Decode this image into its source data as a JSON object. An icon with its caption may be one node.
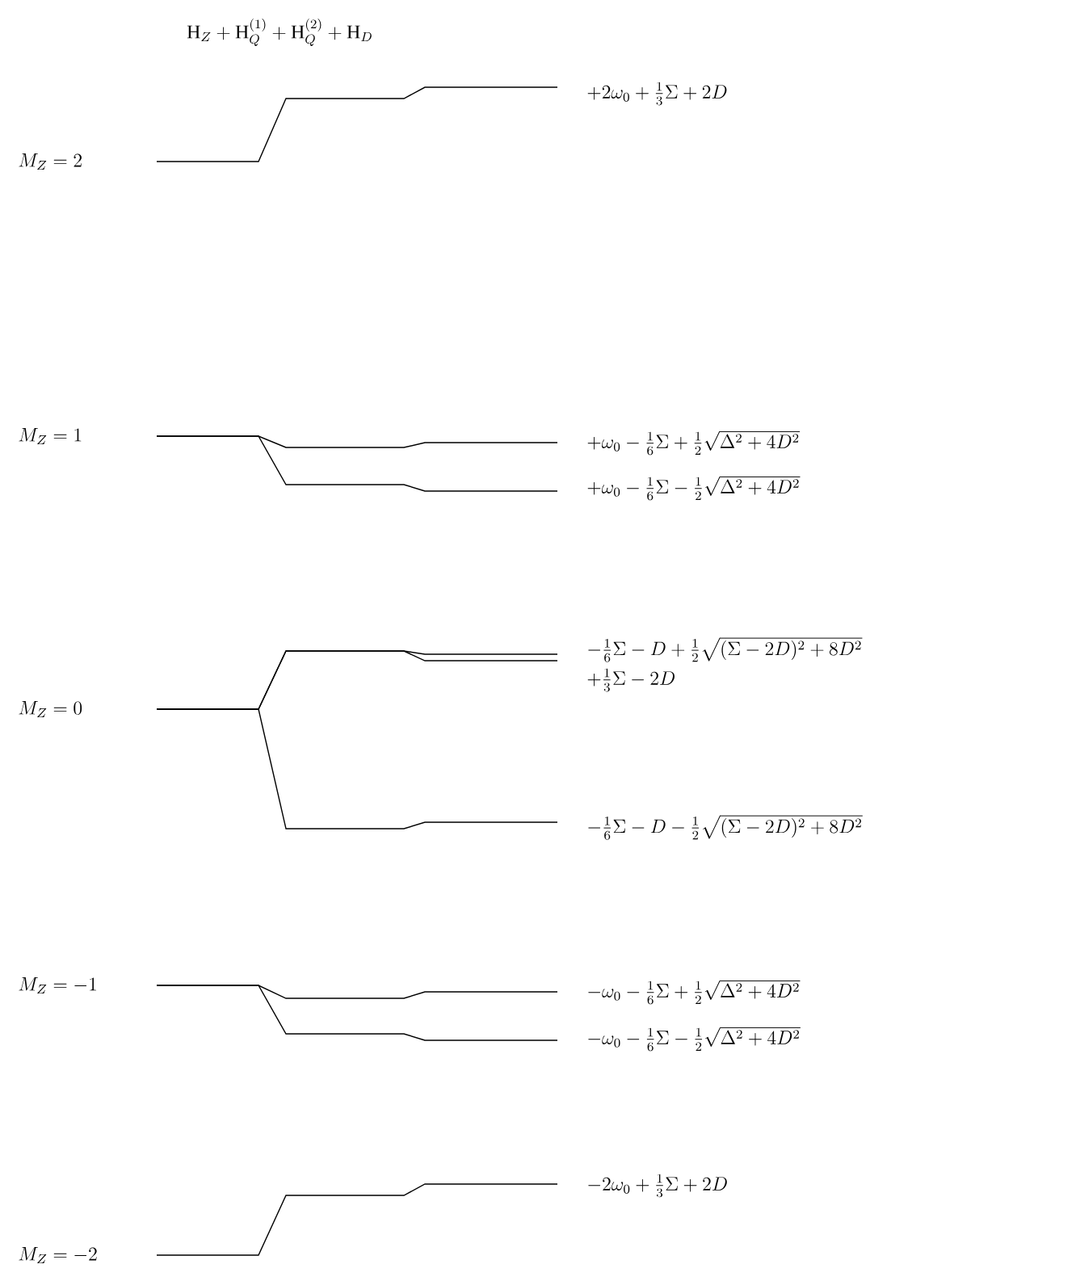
{
  "diagram": {
    "title": "\\mathrm{H}_Z+\\mathrm{H}_Q^{(1)}+\\mathrm{H}_Q^{(2)}+\\mathrm{H}_D",
    "labels": [
      "+2\\omega_0+\\tfrac{1}{3}\\Sigma+2D",
      "M_Z=2",
      "M_Z=1",
      "+\\omega_0-\\tfrac{1}{6}\\Sigma+\\tfrac{1}{2}\\sqrt{\\Delta^2+4D^2}",
      "+\\omega_0-\\tfrac{1}{6}\\Sigma-\\tfrac{1}{2}\\sqrt{\\Delta^2+4D^2}",
      "-\\tfrac{1}{6}\\Sigma-D+\\tfrac{1}{2}\\sqrt{(\\Sigma-2D)^2+8D^2}",
      "+\\tfrac{1}{3}\\Sigma-2D",
      "M_Z=0",
      "-\\tfrac{1}{6}\\Sigma-D-\\tfrac{1}{2}\\sqrt{(\\Sigma-2D)^2+8D^2}",
      "M_Z=-1",
      "-\\omega_0-\\tfrac{1}{6}\\Sigma+\\tfrac{1}{2}\\sqrt{\\Delta^2+4D^2}",
      "-\\omega_0-\\tfrac{1}{6}\\Sigma-\\tfrac{1}{2}\\sqrt{\\Delta^2+4D^2}",
      "-2\\omega_0+\\tfrac{1}{3}\\Sigma+2D",
      "M_Z=-2"
    ]
  }
}
